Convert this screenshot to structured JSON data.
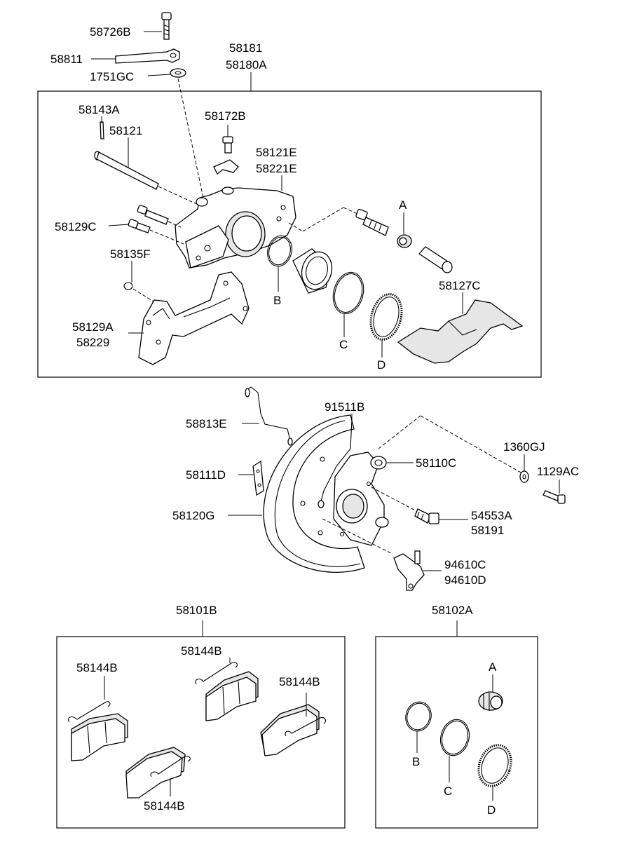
{
  "labels": {
    "l58726B": "58726B",
    "l58811": "58811",
    "l1751GC": "1751GC",
    "l58181": "58181",
    "l58180A": "58180A",
    "l58143A": "58143A",
    "l58121": "58121",
    "l58172B": "58172B",
    "l58121E": "58121E",
    "l58221E": "58221E",
    "lA1": "A",
    "l58129C": "58129C",
    "l58135F": "58135F",
    "lB1": "B",
    "l58127C": "58127C",
    "l58129A": "58129A",
    "l58229": "58229",
    "lC1": "C",
    "lD1": "D",
    "l91511B": "91511B",
    "l58813E": "58813E",
    "l1360GJ": "1360GJ",
    "l58110C": "58110C",
    "l1129AC": "1129AC",
    "l58111D": "58111D",
    "l58120G": "58120G",
    "l54553A": "54553A",
    "l58191": "58191",
    "l94610C": "94610C",
    "l94610D": "94610D",
    "l58101B": "58101B",
    "l58102A": "58102A",
    "l58144B_a": "58144B",
    "l58144B_b": "58144B",
    "l58144B_c": "58144B",
    "l58144B_d": "58144B",
    "lA2": "A",
    "lB2": "B",
    "lC2": "C",
    "lD2": "D"
  }
}
